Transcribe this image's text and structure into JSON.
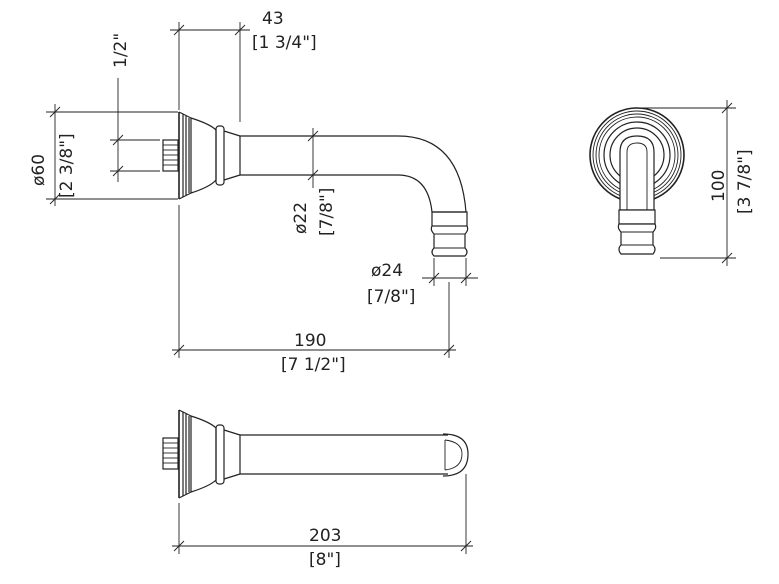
{
  "dimensions": {
    "d43": {
      "mm": "43",
      "inch": "[1 3/4\"]"
    },
    "d_half": {
      "inch": "1/2\""
    },
    "d60": {
      "mm": "ø60",
      "inch": "[2 3/8\"]"
    },
    "d22": {
      "mm": "ø22",
      "inch": "[7/8\"]"
    },
    "d24": {
      "mm": "ø24",
      "inch": "[7/8\"]"
    },
    "d190": {
      "mm": "190",
      "inch": "[7 1/2\"]"
    },
    "d100": {
      "mm": "100",
      "inch": "[3 7/8\"]"
    },
    "d203": {
      "mm": "203",
      "inch": "[8\"]"
    }
  }
}
